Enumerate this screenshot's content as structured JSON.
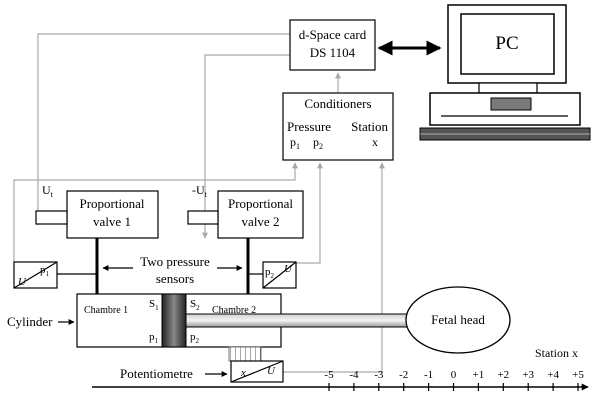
{
  "dspace": {
    "line1": "d-Space card",
    "line2": "DS 1104"
  },
  "pc": {
    "label": "PC"
  },
  "conditioners": {
    "title": "Conditioners",
    "pressure": "Pressure",
    "station": "Station",
    "p1": "p",
    "p1_sub": "1",
    "p2": "p",
    "p2_sub": "2",
    "x": "x"
  },
  "valve1": {
    "line1": "Proportional",
    "line2": "valve 1",
    "signal": "U",
    "signal_sub": "t"
  },
  "valve2": {
    "line1": "Proportional",
    "line2": "valve 2",
    "signal": "-U",
    "signal_sub": "t"
  },
  "sensors": {
    "line1": "Two pressure",
    "line2": "sensors"
  },
  "sensor1": {
    "u": "U",
    "p": "p",
    "p_sub": "1"
  },
  "sensor2": {
    "u": "U",
    "p": "p",
    "p_sub": "2"
  },
  "cylinder": {
    "label": "Cylinder",
    "chamber1": "Chambre 1",
    "chamber2": "Chambre 2",
    "s1": "S",
    "s1_sub": "1",
    "s2": "S",
    "s2_sub": "2",
    "p1": "p",
    "p1_sub": "1",
    "p2": "p",
    "p2_sub": "2"
  },
  "fetal_head": {
    "label": "Fetal head"
  },
  "potentiometer": {
    "label": "Potentiometre",
    "x": "x",
    "u": "U"
  },
  "station_axis": {
    "label": "Station x",
    "ticks": [
      "-5",
      "-4",
      "-3",
      "-2",
      "-1",
      "0",
      "+1",
      "+2",
      "+3",
      "+4",
      "+5"
    ]
  }
}
